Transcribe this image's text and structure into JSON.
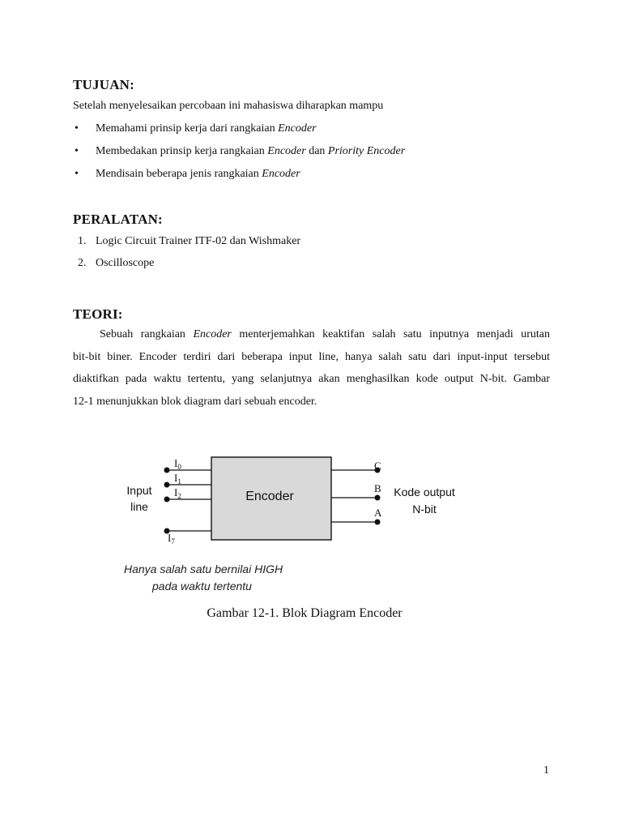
{
  "tujuan": {
    "heading": "TUJUAN:",
    "intro": "Setelah menyelesaikan percobaan ini mahasiswa diharapkan mampu",
    "items": [
      {
        "before": "Memahami prinsip kerja dari rangkaian ",
        "em1": "Encoder",
        "mid": "",
        "em2": ""
      },
      {
        "before": "Membedakan prinsip kerja rangkaian ",
        "em1": "Encoder",
        "mid": " dan ",
        "em2": "Priority Encoder"
      },
      {
        "before": "Mendisain beberapa jenis rangkaian ",
        "em1": "Encoder",
        "mid": "",
        "em2": ""
      }
    ]
  },
  "peralatan": {
    "heading": "PERALATAN:",
    "items": [
      {
        "num": "1.",
        "text": "Logic Circuit Trainer ITF-02 dan Wishmaker"
      },
      {
        "num": "2.",
        "text": "Oscilloscope"
      }
    ]
  },
  "teori": {
    "heading": "TEORI:",
    "line1_before": "Sebuah rangkaian ",
    "line1_em": "Encoder",
    "line1_after": " menterjemahkan keaktifan salah satu inputnya menjadi urutan",
    "line2": "bit-bit biner. Encoder terdiri dari beberapa input line, hanya salah satu dari input-input tersebut",
    "line3": "diaktifkan pada waktu tertentu, yang selanjutnya akan menghasilkan kode output N-bit. Gambar",
    "line4": "12-1 menunjukkan blok diagram dari sebuah encoder."
  },
  "diagram": {
    "block_label": "Encoder",
    "input_label_line1": "Input",
    "input_label_line2": "line",
    "output_label_line1": "Kode output",
    "output_label_line2": "N-bit",
    "inputs": [
      {
        "letter": "I",
        "sub": "0"
      },
      {
        "letter": "I",
        "sub": "1"
      },
      {
        "letter": "I",
        "sub": "2"
      },
      {
        "letter": "I",
        "sub": "7"
      }
    ],
    "outputs": [
      "C",
      "B",
      "A"
    ],
    "note_line1": "Hanya salah satu bernilai HIGH",
    "note_line2": "pada waktu tertentu",
    "caption": "Gambar 12-1. Blok Diagram Encoder",
    "block_fill": "#d9d9d9"
  },
  "page_number": "1"
}
